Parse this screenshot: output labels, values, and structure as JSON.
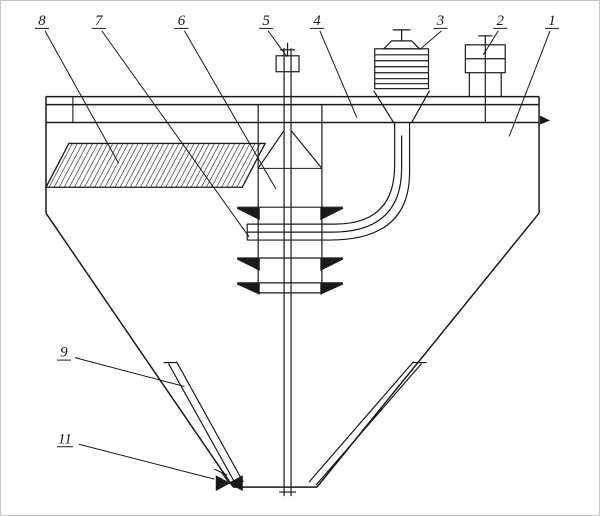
{
  "drawing": {
    "type": "technical-line-drawing",
    "colors": {
      "background": "#ffffff",
      "line": "#1a1a1a"
    },
    "callouts": [
      {
        "label": "8"
      },
      {
        "label": "7"
      },
      {
        "label": "6"
      },
      {
        "label": "5"
      },
      {
        "label": "4"
      },
      {
        "label": "3"
      },
      {
        "label": "2"
      },
      {
        "label": "1"
      },
      {
        "label": "9"
      },
      {
        "label": "11"
      }
    ]
  }
}
